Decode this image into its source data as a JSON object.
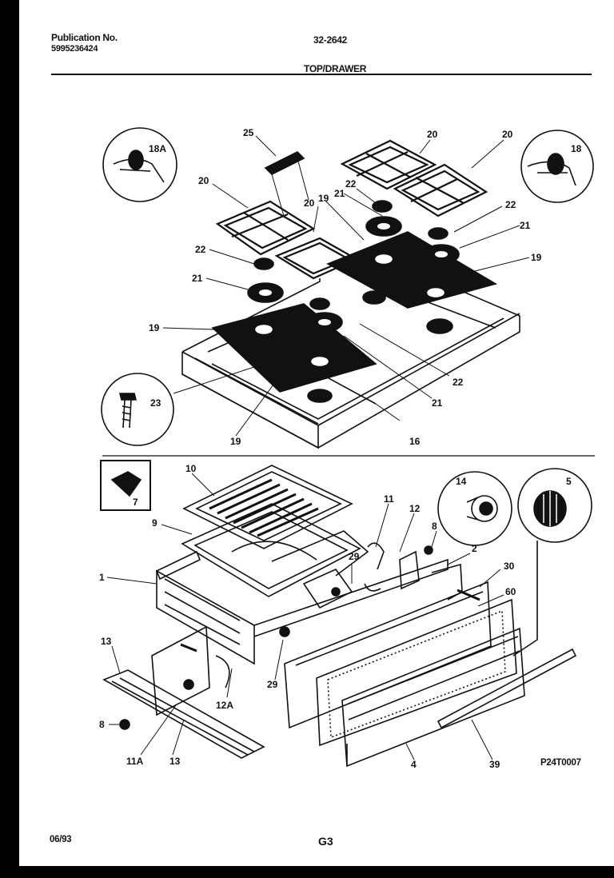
{
  "header": {
    "publication_label": "Publication No.",
    "publication_number": "5995236424",
    "model": "32-2642",
    "section": "TOP/DRAWER"
  },
  "footer": {
    "date": "06/93",
    "page": "G3",
    "diagram_code": "P24T0007"
  },
  "callouts": {
    "c25": "25",
    "c20a": "20",
    "c20b": "20",
    "c20c": "20",
    "c20d": "20",
    "c18a": "18A",
    "c18": "18",
    "c19a": "19",
    "c19b": "19",
    "c19c": "19",
    "c19d": "19",
    "c21a": "21",
    "c21b": "21",
    "c21c": "21",
    "c21d": "21",
    "c22a": "22",
    "c22b": "22",
    "c22c": "22",
    "c22d": "22",
    "c23": "23",
    "c16": "16",
    "c7": "7",
    "c10": "10",
    "c9": "9",
    "c1": "1",
    "c11": "11",
    "c12": "12",
    "c8a": "8",
    "c8b": "8",
    "c14": "14",
    "c5": "5",
    "c2": "2",
    "c30": "30",
    "c60": "60",
    "c29a": "29",
    "c29b": "29",
    "c13a": "13",
    "c13b": "13",
    "c12a": "12A",
    "c11a": "11A",
    "c4": "4",
    "c39": "39"
  }
}
